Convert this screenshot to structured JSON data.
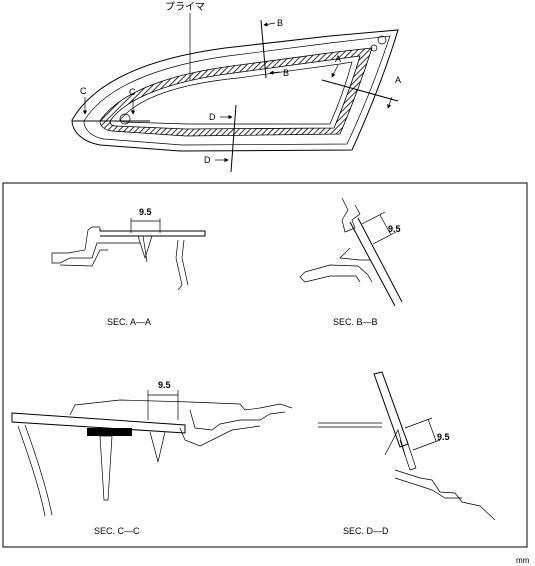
{
  "top_view": {
    "primer_label": "プライマ",
    "section_markers": {
      "a": "A",
      "b": "B",
      "c": "C",
      "d": "D"
    }
  },
  "sections": {
    "aa": {
      "caption": "SEC. A—A",
      "dimension": "9.5"
    },
    "bb": {
      "caption": "SEC. B—B",
      "dimension": "9.5"
    },
    "cc": {
      "caption": "SEC. C—C",
      "dimension": "9.5"
    },
    "dd": {
      "caption": "SEC. D—D",
      "dimension": "9.5"
    }
  },
  "unit_label": "mm"
}
